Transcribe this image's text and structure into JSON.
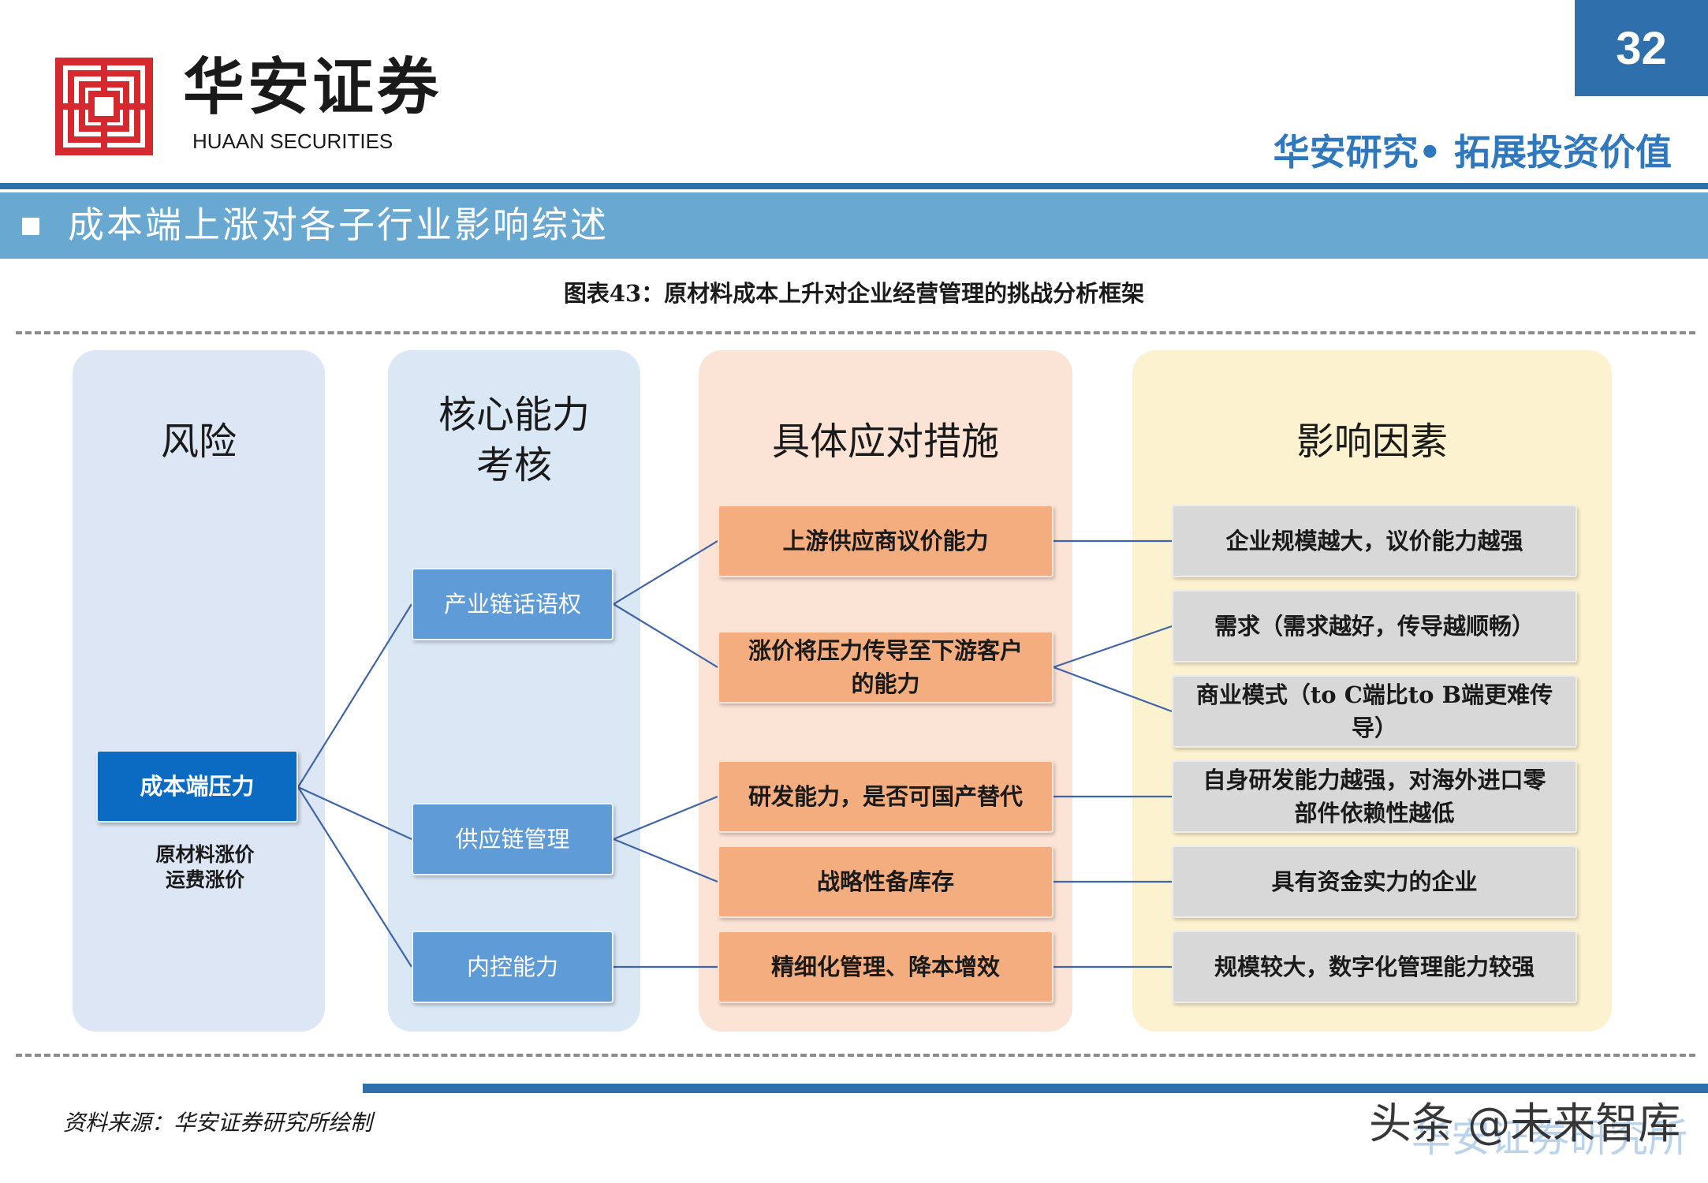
{
  "header": {
    "brand_cn": "华安证券",
    "brand_en": "HUAAN SECURITIES",
    "page_number": "32",
    "slogan": "华安研究• 拓展投资价值",
    "brand_color": "#d6282f",
    "accent_color": "#2f6fac"
  },
  "section": {
    "title": "成本端上涨对各子行业影响综述"
  },
  "figure": {
    "title": "图表43：原材料成本上升对企业经营管理的挑战分析框架"
  },
  "diagram": {
    "columns": [
      {
        "title": "风险",
        "color": "#dde6f4"
      },
      {
        "title_line1": "核心能力",
        "title_line2": "考核",
        "color": "#dae7f5"
      },
      {
        "title": "具体应对措施",
        "color": "#fbe3d6"
      },
      {
        "title": "影响因素",
        "color": "#fdf2cf"
      }
    ],
    "risk": {
      "label": "成本端压力",
      "note_line1": "原材料涨价",
      "note_line2": "运费涨价"
    },
    "capabilities": [
      "产业链话语权",
      "供应链管理",
      "内控能力"
    ],
    "measures": [
      {
        "line1": "上游供应商议价能力"
      },
      {
        "line1": "涨价将压力传导至下游客户",
        "line2": "的能力"
      },
      {
        "line1": "研发能力，是否可国产替代"
      },
      {
        "line1": "战略性备库存"
      },
      {
        "line1": "精细化管理、降本增效"
      }
    ],
    "factors": [
      {
        "line1": "企业规模越大，议价能力越强"
      },
      {
        "line1": "需求（需求越好，传导越顺畅）"
      },
      {
        "line1": "商业模式（to C端比to B端更难传",
        "line2": "导）"
      },
      {
        "line1": "自身研发能力越强，对海外进口零",
        "line2": "部件依赖性越低"
      },
      {
        "line1": "具有资金实力的企业"
      },
      {
        "line1": "规模较大，数字化管理能力较强"
      }
    ]
  },
  "footer": {
    "source": "资料来源：华安证券研究所绘制",
    "watermark": "头条 @未来智库",
    "watermark_sub": "华安证券研究所"
  }
}
